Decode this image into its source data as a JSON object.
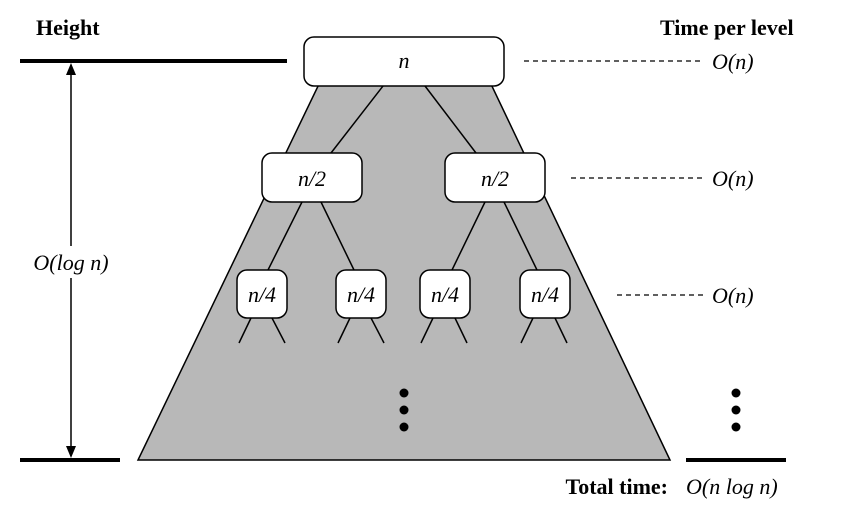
{
  "headers": {
    "height": "Height",
    "time_per_level": "Time per level"
  },
  "height_label": "O(log n)",
  "tree": {
    "root": "n",
    "level1": [
      "n/2",
      "n/2"
    ],
    "level2": [
      "n/4",
      "n/4",
      "n/4",
      "n/4"
    ]
  },
  "level_times": [
    "O(n)",
    "O(n)",
    "O(n)"
  ],
  "total": {
    "label": "Total time:",
    "value": "O(n log n)"
  },
  "colors": {
    "triangle_fill": "#b8b8b8",
    "node_fill": "#ffffff",
    "ink": "#000000"
  }
}
